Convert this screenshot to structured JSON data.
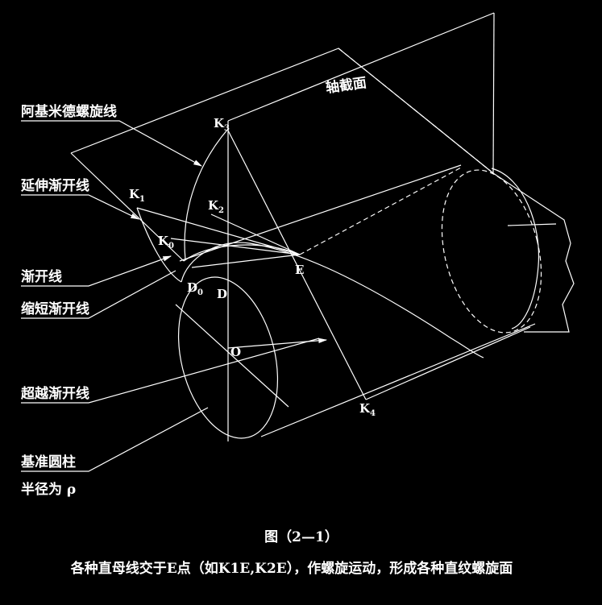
{
  "labels": {
    "archimedes": "阿基米德螺旋线",
    "extended_involute": "延伸渐开线",
    "involute": "渐开线",
    "shortened_involute": "缩短渐开线",
    "overrun_involute": "超越渐开线",
    "base_cylinder": "基准圆柱",
    "radius": "半径为 ρ",
    "axial_section": "轴截面"
  },
  "points": {
    "K3": {
      "main": "K",
      "sub": "3"
    },
    "K1": {
      "main": "K",
      "sub": "1"
    },
    "K2": {
      "main": "K",
      "sub": "2"
    },
    "K0": {
      "main": "K",
      "sub": "0"
    },
    "D0": {
      "main": "D",
      "sub": "0"
    },
    "D": "D",
    "E": "E",
    "O": "O",
    "K4": {
      "main": "K",
      "sub": "4"
    }
  },
  "caption": {
    "figure": "图（2—1）",
    "text": "各种直母线交于E点（如K1E,K2E），作螺旋运动，形成各种直纹螺旋面"
  }
}
